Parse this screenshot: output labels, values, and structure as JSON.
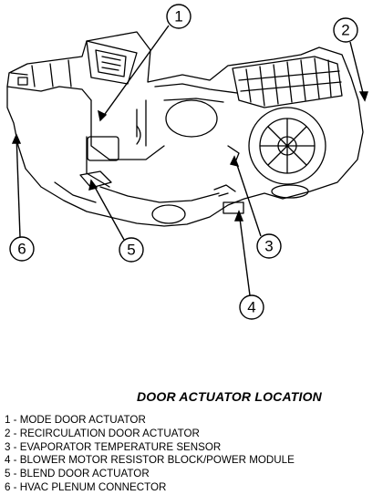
{
  "diagram": {
    "title": "DOOR ACTUATOR LOCATION",
    "callouts": [
      "1",
      "2",
      "3",
      "4",
      "5",
      "6"
    ],
    "legend": [
      "1 - MODE DOOR ACTUATOR",
      "2 - RECIRCULATION DOOR ACTUATOR",
      "3 - EVAPORATOR TEMPERATURE SENSOR",
      "4 - BLOWER MOTOR RESISTOR BLOCK/POWER MODULE",
      "5 - BLEND DOOR ACTUATOR",
      "6 - HVAC PLENUM CONNECTOR"
    ]
  }
}
